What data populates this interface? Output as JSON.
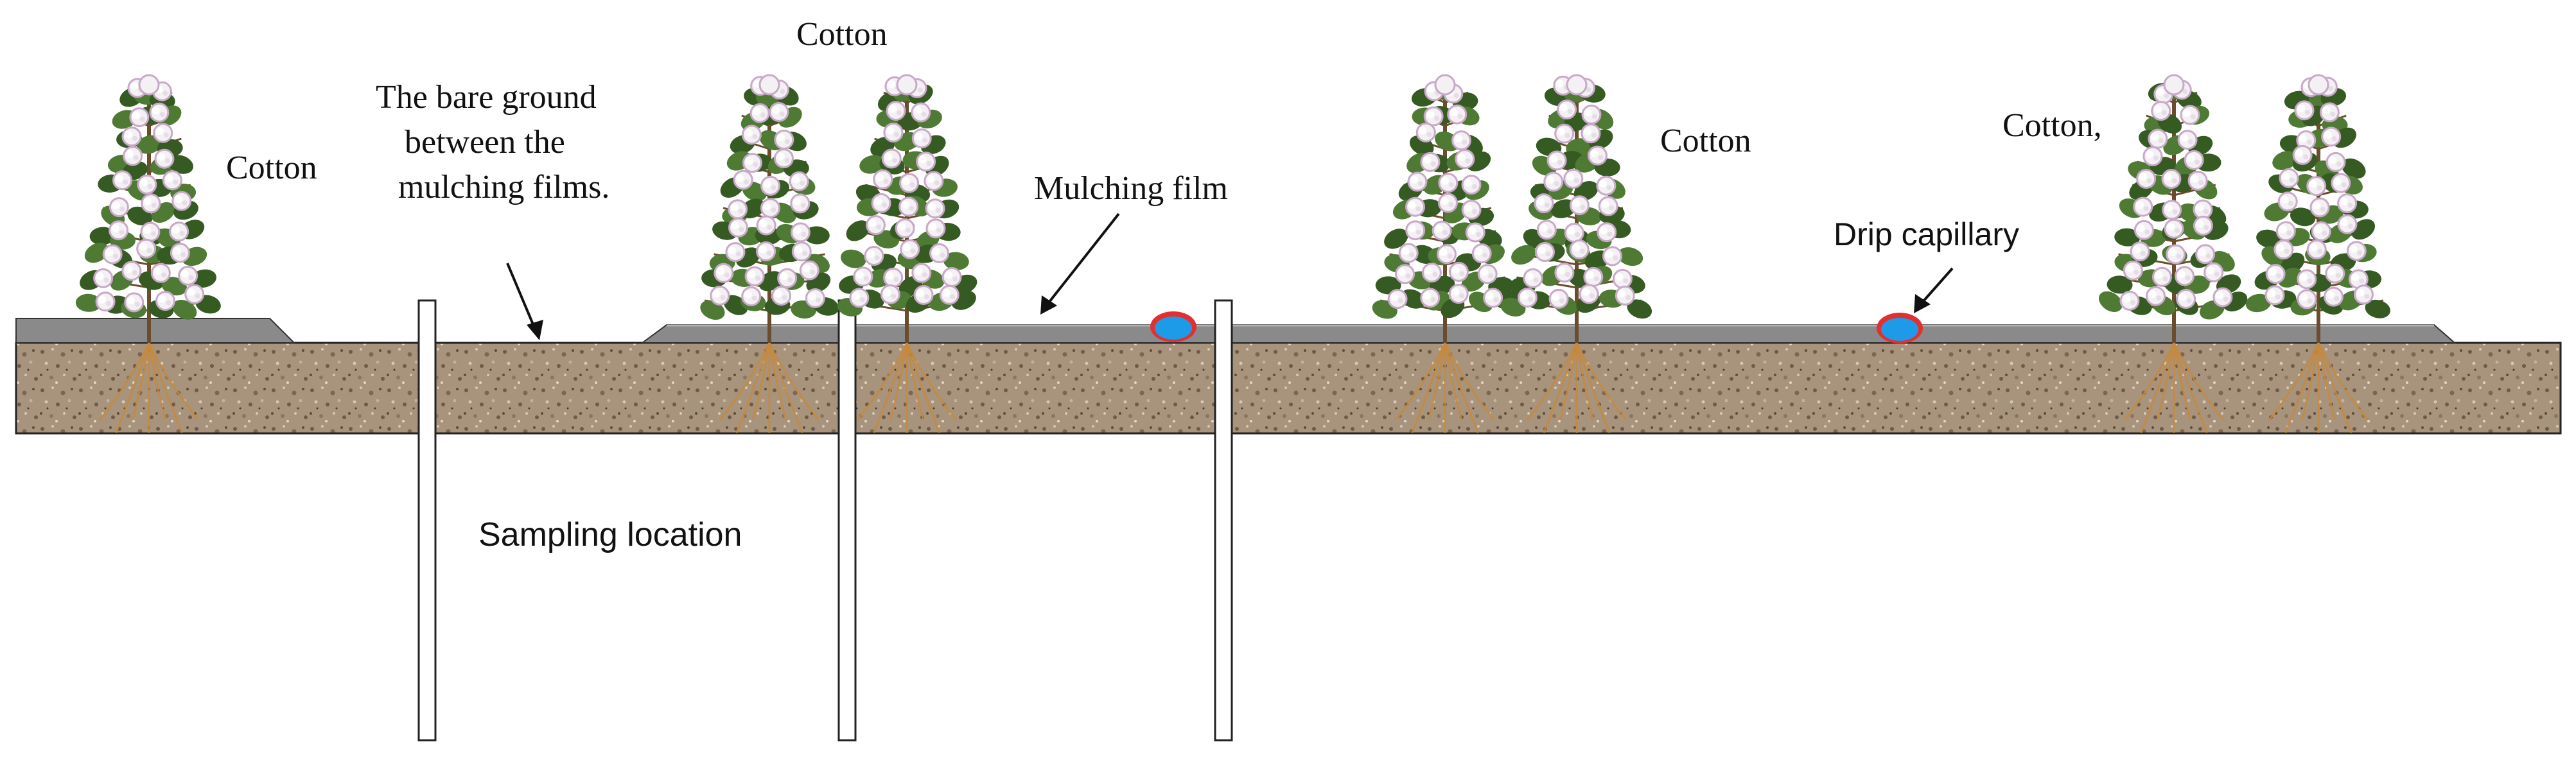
{
  "labels": {
    "cotton_1": "Cotton",
    "cotton_2": "Cotton",
    "cotton_3": "Cotton",
    "cotton_4": "Cotton,",
    "bare_ground_line1": "The bare ground",
    "bare_ground_line2": "between the",
    "bare_ground_line3": "mulching films.",
    "mulching_film": "Mulching film",
    "drip_capillary": "Drip capillary",
    "sampling_location": "Sampling location"
  },
  "colors": {
    "soil": "#a8937c",
    "soil_speckle_dark": "#6e5a47",
    "soil_speckle_light": "#d6c8b6",
    "film": "#8a8a8a",
    "film_dark": "#6f6f6f",
    "drip_fill": "#1e9be8",
    "drip_ring": "#e23030",
    "leaf": "#4e7a34",
    "leaf_dark": "#355a22",
    "boll": "#f4f1f4",
    "boll_shade": "#c9a9c8",
    "stem": "#6b4d2e",
    "root": "#c58a3e",
    "outline": "#222222"
  }
}
